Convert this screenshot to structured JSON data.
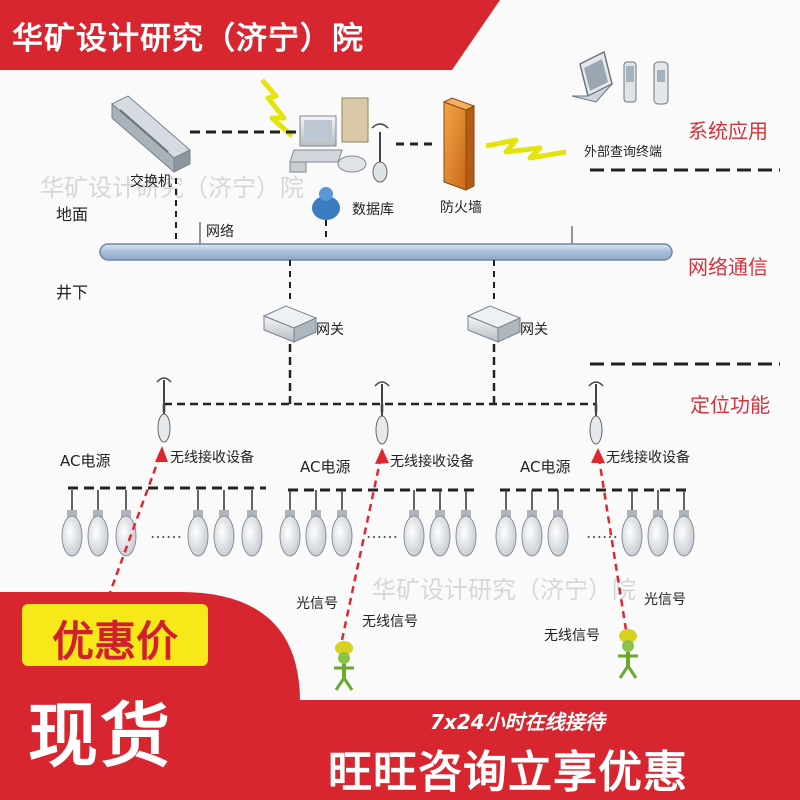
{
  "banner": {
    "title": "华矿设计研究（济宁）院"
  },
  "watermark": {
    "text": "华矿设计研究（济宁）院"
  },
  "diagram": {
    "layers": {
      "surface": "地面",
      "underground": "井下"
    },
    "sections": {
      "system_app": "系统应用",
      "network_comm": "网络通信",
      "positioning": "定位功能"
    },
    "devices": {
      "switch": "交换机",
      "database": "数据库",
      "firewall": "防火墙",
      "external_terminal": "外部查询终端",
      "network": "网络",
      "gateway": "网关",
      "wireless_receiver": "无线接收设备",
      "ac_power": "AC电源",
      "light_signal": "光信号",
      "wireless_signal": "无线信号"
    },
    "colors": {
      "section_red": "#d3333d",
      "backbone": "#b7c8df",
      "signal_red": "#e0262f",
      "firewall": "#e58a1e"
    }
  },
  "promo": {
    "price": "优惠价",
    "stock": "现货",
    "service": "7x24小时在线接待",
    "consult": "旺旺咨询立享优惠"
  },
  "colors": {
    "brand_red": "#d7262f",
    "price_bg": "#f7e81a",
    "price_text": "#d11f2d"
  }
}
